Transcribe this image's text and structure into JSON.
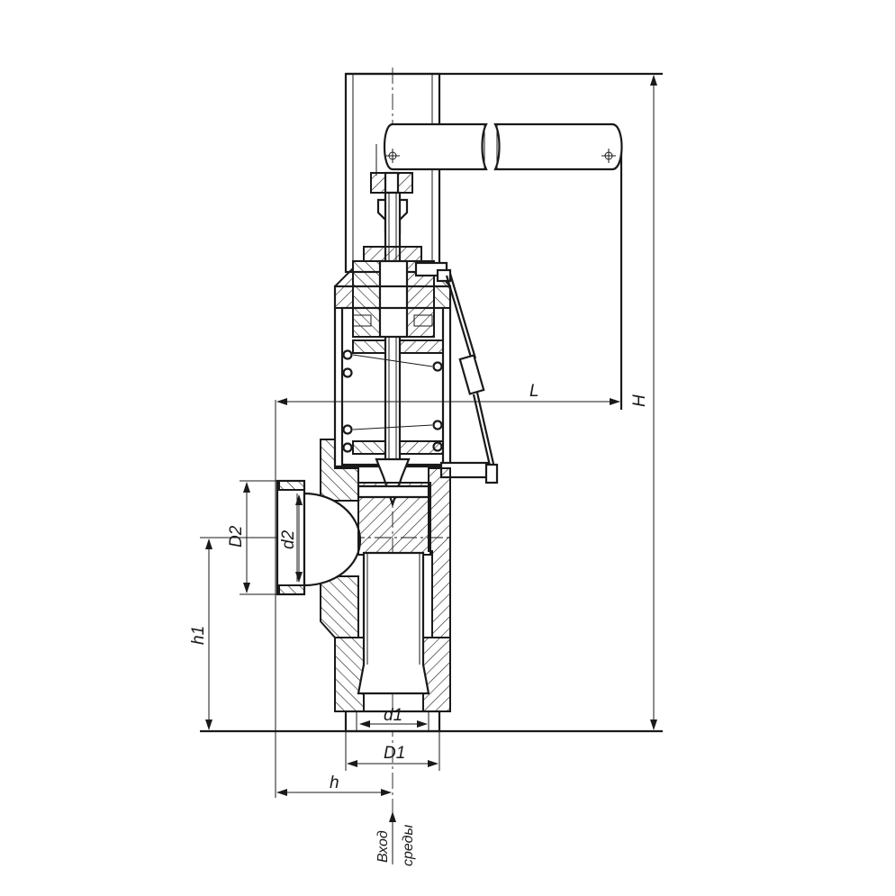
{
  "labels": {
    "L": "L",
    "H": "H",
    "D2": "D2",
    "d2": "d2",
    "h1": "h1",
    "d1": "d1",
    "D1": "D1",
    "h": "h",
    "inlet_line1": "Вход",
    "inlet_line2": "среды"
  },
  "colors": {
    "line": "#1a1a1a",
    "background": "#ffffff"
  }
}
